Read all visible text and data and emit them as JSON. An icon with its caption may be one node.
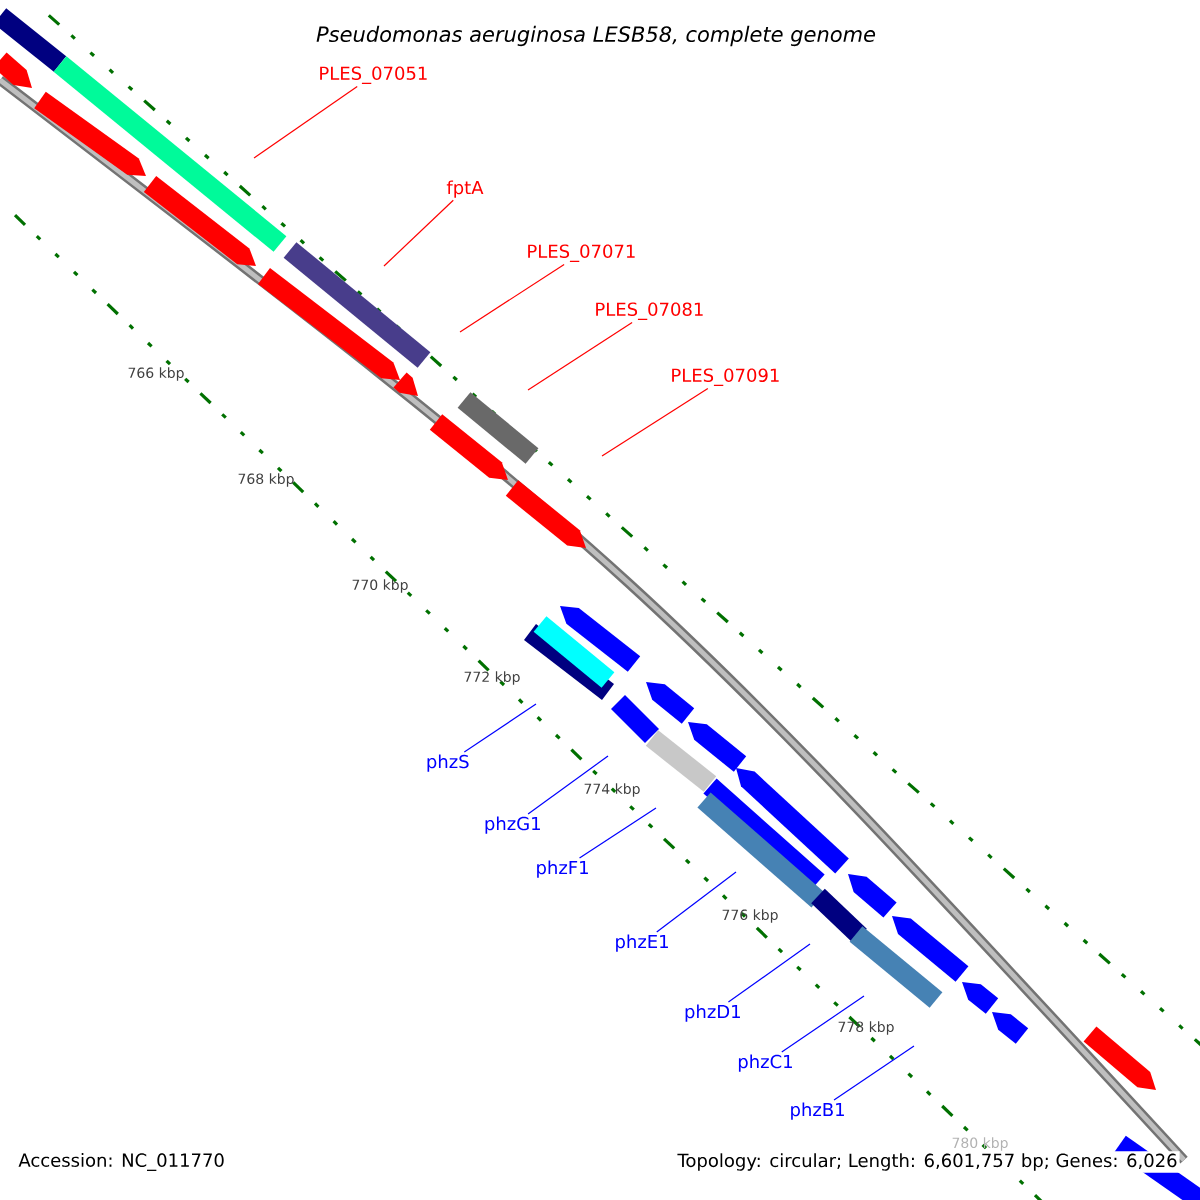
{
  "diagram": {
    "title": "Pseudomonas aeruginosa LESB58, complete genome",
    "nodes": [
      {
        "text": [
          "PLES_07051"
        ]
      },
      {
        "text": [
          "fptA"
        ]
      },
      {
        "text": [
          "PLES_07071"
        ]
      },
      {
        "text": [
          "PLES_07081"
        ]
      },
      {
        "text": [
          "PLES_07091"
        ]
      },
      {
        "text": [
          "phzS"
        ]
      },
      {
        "text": [
          "phzG1"
        ]
      },
      {
        "text": [
          "phzF1"
        ]
      },
      {
        "text": [
          "phzE1"
        ]
      },
      {
        "text": [
          "phzD1"
        ]
      },
      {
        "text": [
          "phzC1"
        ]
      },
      {
        "text": [
          "phzB1"
        ]
      }
    ],
    "edges": [
      {
        "from": 0,
        "to": null,
        "arrow": "none",
        "color": "#ff0000"
      },
      {
        "from": 1,
        "to": null,
        "arrow": "none",
        "color": "#ff0000"
      },
      {
        "from": 2,
        "to": null,
        "arrow": "none",
        "color": "#ff0000"
      },
      {
        "from": 3,
        "to": null,
        "arrow": "none",
        "color": "#ff0000"
      },
      {
        "from": 4,
        "to": null,
        "arrow": "none",
        "color": "#ff0000"
      },
      {
        "from": 5,
        "to": null,
        "arrow": "none"
      },
      {
        "from": 6,
        "to": null,
        "arrow": "none"
      },
      {
        "from": 7,
        "to": null,
        "arrow": "none"
      },
      {
        "from": 8,
        "to": null,
        "arrow": "none"
      },
      {
        "from": 9,
        "to": null,
        "arrow": "none"
      },
      {
        "from": 10,
        "to": null,
        "arrow": "none"
      },
      {
        "from": 11,
        "to": null,
        "arrow": "none"
      }
    ],
    "labels": [
      "766 kbp",
      "768 kbp",
      "770 kbp",
      "772 kbp",
      "774 kbp",
      "776 kbp",
      "778 kbp",
      "780 kbp",
      "Accession: NC_011770",
      "Topology: circular; Length: 6,601,757 bp; Genes: 6,026"
    ]
  }
}
